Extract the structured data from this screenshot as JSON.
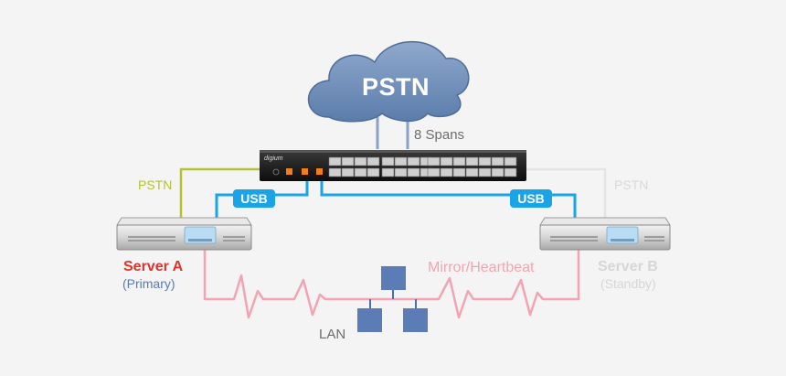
{
  "cloud": {
    "label": "PSTN"
  },
  "trunk": {
    "label": "8 Spans"
  },
  "gateway": {
    "brand": "digium"
  },
  "links": {
    "pstn_a": "PSTN",
    "pstn_b": "PSTN",
    "usb_a": "USB",
    "usb_b": "USB",
    "mirror": "Mirror/Heartbeat"
  },
  "servers": {
    "a": {
      "name": "Server A",
      "role": "(Primary)"
    },
    "b": {
      "name": "Server B",
      "role": "(Standby)"
    }
  },
  "network": {
    "label": "LAN"
  },
  "colors": {
    "pstn_link": "#b5c133",
    "usb": "#1aa3e6",
    "heartbeat": "#f3a4b2",
    "server_a": "#e0332e",
    "primary": "#5b79b8",
    "standby": "#d6d6d6",
    "cloud": "#6f8fba"
  }
}
